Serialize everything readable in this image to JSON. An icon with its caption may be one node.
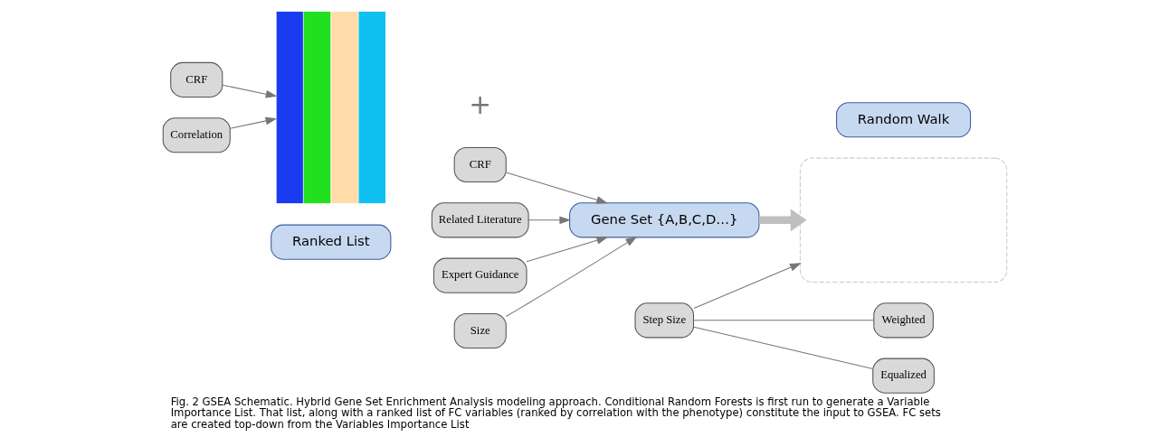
{
  "diagram": {
    "caption": "Fig. 2 GSEA Schematic. Hybrid Gene Set Enrichment Analysis modeling approach. Conditional Random Forests is first run to generate a Variable Importance List. That list, along with a ranked list of FC variables (ranked by correlation with the phenotype) constitute the input to GSEA. FC sets are created top-down from the Variables Importance List",
    "nodes": [
      {
        "text": [
          "Ranked List"
        ]
      },
      {
        "text": [
          "CRF"
        ]
      },
      {
        "text": [
          "Correlation"
        ]
      },
      {
        "text": [],
        "shape": "picture"
      },
      {
        "text": [
          "CRF"
        ]
      },
      {
        "text": [
          "Related Literature"
        ]
      },
      {
        "text": [
          "Expert Guidance"
        ]
      },
      {
        "text": [
          "Gene Set {A,B,C,D…}"
        ]
      },
      {
        "text": [
          "Size"
        ]
      },
      {
        "text": [
          "Random Walk"
        ]
      },
      {
        "text": [],
        "shape": "box"
      },
      {
        "text": [
          "Step Size"
        ]
      },
      {
        "text": [
          "Weighted"
        ]
      },
      {
        "text": [
          "Equalized"
        ]
      }
    ],
    "edges": [
      {
        "from": 1,
        "to": 3,
        "arrow": "to"
      },
      {
        "from": 2,
        "to": 3,
        "arrow": "to"
      },
      {
        "from": 4,
        "to": 7,
        "arrow": "to"
      },
      {
        "from": 5,
        "to": 7,
        "arrow": "to"
      },
      {
        "from": 6,
        "to": 7,
        "arrow": "to"
      },
      {
        "from": 8,
        "to": 7,
        "arrow": "to"
      },
      {
        "from": 7,
        "to": 10,
        "arrow": "to",
        "style": "thick",
        "color": "#bfbfbf"
      },
      {
        "from": 11,
        "to": 10,
        "arrow": "to"
      },
      {
        "from": 11,
        "to": 12,
        "arrow": "none"
      },
      {
        "from": 11,
        "to": 13,
        "arrow": "none"
      }
    ],
    "labels": [
      "+"
    ]
  }
}
